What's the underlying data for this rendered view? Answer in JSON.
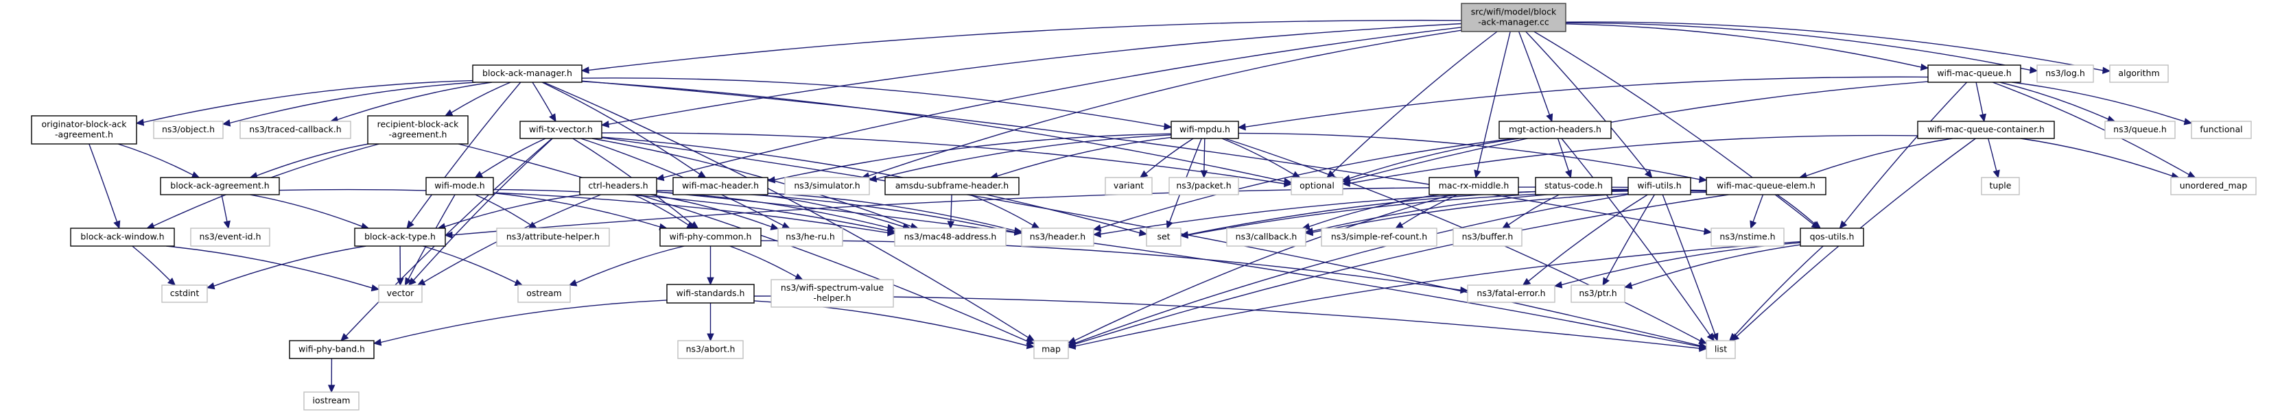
{
  "title": "src/wifi/model/block-ack-manager.cc include dependency graph",
  "colors": {
    "edge": "#191970",
    "root_fill": "#bfbfbf",
    "internal_border": "#000000",
    "external_border": "#bfbfbf"
  },
  "nodes": [
    {
      "id": "root",
      "lines": [
        "src/wifi/model/block",
        "-ack-manager.cc"
      ],
      "kind": "root"
    },
    {
      "id": "block-ack-manager",
      "lines": [
        "block-ack-manager.h"
      ],
      "kind": "internal"
    },
    {
      "id": "wifi-mac-queue",
      "lines": [
        "wifi-mac-queue.h"
      ],
      "kind": "internal"
    },
    {
      "id": "ns3-log",
      "lines": [
        "ns3/log.h"
      ],
      "kind": "external"
    },
    {
      "id": "algorithm",
      "lines": [
        "algorithm"
      ],
      "kind": "external"
    },
    {
      "id": "originator-block-ack-agreement",
      "lines": [
        "originator-block-ack",
        "-agreement.h"
      ],
      "kind": "internal"
    },
    {
      "id": "ns3-object",
      "lines": [
        "ns3/object.h"
      ],
      "kind": "external"
    },
    {
      "id": "ns3-traced-callback",
      "lines": [
        "ns3/traced-callback.h"
      ],
      "kind": "external"
    },
    {
      "id": "recipient-block-ack-agreement",
      "lines": [
        "recipient-block-ack",
        "-agreement.h"
      ],
      "kind": "internal"
    },
    {
      "id": "wifi-tx-vector",
      "lines": [
        "wifi-tx-vector.h"
      ],
      "kind": "internal"
    },
    {
      "id": "wifi-mpdu",
      "lines": [
        "wifi-mpdu.h"
      ],
      "kind": "internal"
    },
    {
      "id": "mgt-action-headers",
      "lines": [
        "mgt-action-headers.h"
      ],
      "kind": "internal"
    },
    {
      "id": "wifi-mac-queue-container",
      "lines": [
        "wifi-mac-queue-container.h"
      ],
      "kind": "internal"
    },
    {
      "id": "ns3-queue",
      "lines": [
        "ns3/queue.h"
      ],
      "kind": "external"
    },
    {
      "id": "functional",
      "lines": [
        "functional"
      ],
      "kind": "external"
    },
    {
      "id": "block-ack-agreement",
      "lines": [
        "block-ack-agreement.h"
      ],
      "kind": "internal"
    },
    {
      "id": "wifi-mode",
      "lines": [
        "wifi-mode.h"
      ],
      "kind": "internal"
    },
    {
      "id": "ctrl-headers",
      "lines": [
        "ctrl-headers.h"
      ],
      "kind": "internal"
    },
    {
      "id": "wifi-mac-header",
      "lines": [
        "wifi-mac-header.h"
      ],
      "kind": "internal"
    },
    {
      "id": "ns3-simulator",
      "lines": [
        "ns3/simulator.h"
      ],
      "kind": "external"
    },
    {
      "id": "amsdu-subframe-header",
      "lines": [
        "amsdu-subframe-header.h"
      ],
      "kind": "internal"
    },
    {
      "id": "variant",
      "lines": [
        "variant"
      ],
      "kind": "external"
    },
    {
      "id": "ns3-packet",
      "lines": [
        "ns3/packet.h"
      ],
      "kind": "external"
    },
    {
      "id": "optional",
      "lines": [
        "optional"
      ],
      "kind": "external"
    },
    {
      "id": "mac-rx-middle",
      "lines": [
        "mac-rx-middle.h"
      ],
      "kind": "internal"
    },
    {
      "id": "status-code",
      "lines": [
        "status-code.h"
      ],
      "kind": "internal"
    },
    {
      "id": "wifi-utils",
      "lines": [
        "wifi-utils.h"
      ],
      "kind": "internal"
    },
    {
      "id": "wifi-mac-queue-elem",
      "lines": [
        "wifi-mac-queue-elem.h"
      ],
      "kind": "internal"
    },
    {
      "id": "tuple",
      "lines": [
        "tuple"
      ],
      "kind": "external"
    },
    {
      "id": "unordered_map",
      "lines": [
        "unordered_map"
      ],
      "kind": "external"
    },
    {
      "id": "block-ack-window",
      "lines": [
        "block-ack-window.h"
      ],
      "kind": "internal"
    },
    {
      "id": "ns3-event-id",
      "lines": [
        "ns3/event-id.h"
      ],
      "kind": "external"
    },
    {
      "id": "block-ack-type",
      "lines": [
        "block-ack-type.h"
      ],
      "kind": "internal"
    },
    {
      "id": "ns3-attribute-helper",
      "lines": [
        "ns3/attribute-helper.h"
      ],
      "kind": "external"
    },
    {
      "id": "wifi-phy-common",
      "lines": [
        "wifi-phy-common.h"
      ],
      "kind": "internal"
    },
    {
      "id": "ns3-he-ru",
      "lines": [
        "ns3/he-ru.h"
      ],
      "kind": "external"
    },
    {
      "id": "ns3-mac48-address",
      "lines": [
        "ns3/mac48-address.h"
      ],
      "kind": "external"
    },
    {
      "id": "ns3-header",
      "lines": [
        "ns3/header.h"
      ],
      "kind": "external"
    },
    {
      "id": "set",
      "lines": [
        "set"
      ],
      "kind": "external"
    },
    {
      "id": "ns3-callback",
      "lines": [
        "ns3/callback.h"
      ],
      "kind": "external"
    },
    {
      "id": "ns3-simple-ref-count",
      "lines": [
        "ns3/simple-ref-count.h"
      ],
      "kind": "external"
    },
    {
      "id": "ns3-buffer",
      "lines": [
        "ns3/buffer.h"
      ],
      "kind": "external"
    },
    {
      "id": "ns3-nstime",
      "lines": [
        "ns3/nstime.h"
      ],
      "kind": "external"
    },
    {
      "id": "qos-utils",
      "lines": [
        "qos-utils.h"
      ],
      "kind": "internal"
    },
    {
      "id": "cstdint",
      "lines": [
        "cstdint"
      ],
      "kind": "external"
    },
    {
      "id": "vector",
      "lines": [
        "vector"
      ],
      "kind": "external"
    },
    {
      "id": "ostream",
      "lines": [
        "ostream"
      ],
      "kind": "external"
    },
    {
      "id": "wifi-standards",
      "lines": [
        "wifi-standards.h"
      ],
      "kind": "internal"
    },
    {
      "id": "ns3-wifi-spectrum-value-helper",
      "lines": [
        "ns3/wifi-spectrum-value",
        "-helper.h"
      ],
      "kind": "external"
    },
    {
      "id": "ns3-fatal-error",
      "lines": [
        "ns3/fatal-error.h"
      ],
      "kind": "external"
    },
    {
      "id": "ns3-ptr",
      "lines": [
        "ns3/ptr.h"
      ],
      "kind": "external"
    },
    {
      "id": "ns3-abort",
      "lines": [
        "ns3/abort.h"
      ],
      "kind": "external"
    },
    {
      "id": "map",
      "lines": [
        "map"
      ],
      "kind": "external"
    },
    {
      "id": "list",
      "lines": [
        "list"
      ],
      "kind": "external"
    },
    {
      "id": "wifi-phy-band",
      "lines": [
        "wifi-phy-band.h"
      ],
      "kind": "internal"
    },
    {
      "id": "iostream",
      "lines": [
        "iostream"
      ],
      "kind": "external"
    }
  ],
  "edges": [
    [
      "root",
      "block-ack-manager"
    ],
    [
      "root",
      "wifi-mac-queue"
    ],
    [
      "root",
      "ns3-log"
    ],
    [
      "root",
      "algorithm"
    ],
    [
      "root",
      "wifi-tx-vector"
    ],
    [
      "root",
      "ctrl-headers"
    ],
    [
      "root",
      "ns3-simulator"
    ],
    [
      "root",
      "mgt-action-headers"
    ],
    [
      "root",
      "mac-rx-middle"
    ],
    [
      "root",
      "wifi-utils"
    ],
    [
      "root",
      "qos-utils"
    ],
    [
      "root",
      "optional"
    ],
    [
      "block-ack-manager",
      "originator-block-ack-agreement"
    ],
    [
      "block-ack-manager",
      "ns3-object"
    ],
    [
      "block-ack-manager",
      "ns3-traced-callback"
    ],
    [
      "block-ack-manager",
      "recipient-block-ack-agreement"
    ],
    [
      "block-ack-manager",
      "wifi-tx-vector"
    ],
    [
      "block-ack-manager",
      "wifi-mpdu"
    ],
    [
      "block-ack-manager",
      "wifi-mac-header"
    ],
    [
      "block-ack-manager",
      "block-ack-type"
    ],
    [
      "block-ack-manager",
      "optional"
    ],
    [
      "block-ack-manager",
      "map"
    ],
    [
      "block-ack-manager",
      "ns3-nstime"
    ],
    [
      "wifi-mac-queue",
      "wifi-mac-queue-container"
    ],
    [
      "wifi-mac-queue",
      "ns3-queue"
    ],
    [
      "wifi-mac-queue",
      "functional"
    ],
    [
      "wifi-mac-queue",
      "unordered_map"
    ],
    [
      "wifi-mac-queue",
      "wifi-mpdu"
    ],
    [
      "wifi-mac-queue",
      "qos-utils"
    ],
    [
      "wifi-mac-queue",
      "optional"
    ],
    [
      "originator-block-ack-agreement",
      "block-ack-agreement"
    ],
    [
      "originator-block-ack-agreement",
      "block-ack-window"
    ],
    [
      "recipient-block-ack-agreement",
      "block-ack-agreement"
    ],
    [
      "recipient-block-ack-agreement",
      "block-ack-window"
    ],
    [
      "recipient-block-ack-agreement",
      "map"
    ],
    [
      "wifi-tx-vector",
      "wifi-mode"
    ],
    [
      "wifi-tx-vector",
      "wifi-phy-common"
    ],
    [
      "wifi-tx-vector",
      "ns3-he-ru"
    ],
    [
      "wifi-tx-vector",
      "vector"
    ],
    [
      "wifi-tx-vector",
      "set"
    ],
    [
      "wifi-tx-vector",
      "list"
    ],
    [
      "wifi-tx-vector",
      "optional"
    ],
    [
      "wifi-tx-vector",
      "wifi-phy-band"
    ],
    [
      "wifi-tx-vector",
      "ns3-mac48-address"
    ],
    [
      "wifi-mpdu",
      "wifi-mac-header"
    ],
    [
      "wifi-mpdu",
      "ns3-simulator"
    ],
    [
      "wifi-mpdu",
      "amsdu-subframe-header"
    ],
    [
      "wifi-mpdu",
      "variant"
    ],
    [
      "wifi-mpdu",
      "ns3-packet"
    ],
    [
      "wifi-mpdu",
      "optional"
    ],
    [
      "wifi-mpdu",
      "set"
    ],
    [
      "wifi-mpdu",
      "wifi-mac-queue-elem"
    ],
    [
      "wifi-mpdu",
      "list"
    ],
    [
      "mgt-action-headers",
      "status-code"
    ],
    [
      "mgt-action-headers",
      "optional"
    ],
    [
      "mgt-action-headers",
      "ns3-header"
    ],
    [
      "mgt-action-headers",
      "list"
    ],
    [
      "wifi-mac-queue-container",
      "wifi-mac-queue-elem"
    ],
    [
      "wifi-mac-queue-container",
      "tuple"
    ],
    [
      "wifi-mac-queue-container",
      "unordered_map"
    ],
    [
      "wifi-mac-queue-container",
      "list"
    ],
    [
      "wifi-mac-queue-container",
      "optional"
    ],
    [
      "block-ack-agreement",
      "ns3-event-id"
    ],
    [
      "block-ack-agreement",
      "block-ack-type"
    ],
    [
      "block-ack-agreement",
      "ns3-mac48-address"
    ],
    [
      "wifi-mode",
      "ns3-attribute-helper"
    ],
    [
      "wifi-mode",
      "wifi-phy-common"
    ],
    [
      "wifi-mode",
      "vector"
    ],
    [
      "wifi-mode",
      "ns3-mac48-address"
    ],
    [
      "ctrl-headers",
      "block-ack-type"
    ],
    [
      "ctrl-headers",
      "wifi-phy-common"
    ],
    [
      "ctrl-headers",
      "ns3-he-ru"
    ],
    [
      "ctrl-headers",
      "ns3-mac48-address"
    ],
    [
      "ctrl-headers",
      "ns3-header"
    ],
    [
      "ctrl-headers",
      "vector"
    ],
    [
      "ctrl-headers",
      "list"
    ],
    [
      "wifi-mac-header",
      "ns3-mac48-address"
    ],
    [
      "wifi-mac-header",
      "ns3-header"
    ],
    [
      "amsdu-subframe-header",
      "ns3-mac48-address"
    ],
    [
      "amsdu-subframe-header",
      "ns3-header"
    ],
    [
      "mac-rx-middle",
      "ns3-callback"
    ],
    [
      "mac-rx-middle",
      "ns3-simple-ref-count"
    ],
    [
      "mac-rx-middle",
      "map"
    ],
    [
      "status-code",
      "ns3-buffer"
    ],
    [
      "wifi-utils",
      "block-ack-type"
    ],
    [
      "wifi-utils",
      "ns3-callback"
    ],
    [
      "wifi-utils",
      "set"
    ],
    [
      "wifi-utils",
      "ns3-fatal-error"
    ],
    [
      "wifi-utils",
      "ns3-ptr"
    ],
    [
      "wifi-utils",
      "list"
    ],
    [
      "wifi-utils",
      "map"
    ],
    [
      "wifi-mac-queue-elem",
      "ns3-nstime"
    ],
    [
      "wifi-mac-queue-elem",
      "qos-utils"
    ],
    [
      "wifi-mac-queue-elem",
      "ns3-callback"
    ],
    [
      "wifi-mac-queue-elem",
      "set"
    ],
    [
      "wifi-mac-queue-elem",
      "map"
    ],
    [
      "wifi-mac-queue-elem",
      "ns3-header"
    ],
    [
      "block-ack-window",
      "cstdint"
    ],
    [
      "block-ack-window",
      "vector"
    ],
    [
      "block-ack-type",
      "cstdint"
    ],
    [
      "block-ack-type",
      "vector"
    ],
    [
      "block-ack-type",
      "ostream"
    ],
    [
      "wifi-phy-common",
      "ostream"
    ],
    [
      "wifi-phy-common",
      "wifi-standards"
    ],
    [
      "wifi-phy-common",
      "ns3-wifi-spectrum-value-helper"
    ],
    [
      "wifi-phy-common",
      "ns3-fatal-error"
    ],
    [
      "wifi-standards",
      "wifi-phy-band"
    ],
    [
      "wifi-standards",
      "ns3-abort"
    ],
    [
      "wifi-standards",
      "map"
    ],
    [
      "wifi-standards",
      "list"
    ],
    [
      "qos-utils",
      "ns3-fatal-error"
    ],
    [
      "qos-utils",
      "ns3-ptr"
    ],
    [
      "qos-utils",
      "map"
    ],
    [
      "qos-utils",
      "list"
    ],
    [
      "wifi-phy-band",
      "iostream"
    ]
  ]
}
